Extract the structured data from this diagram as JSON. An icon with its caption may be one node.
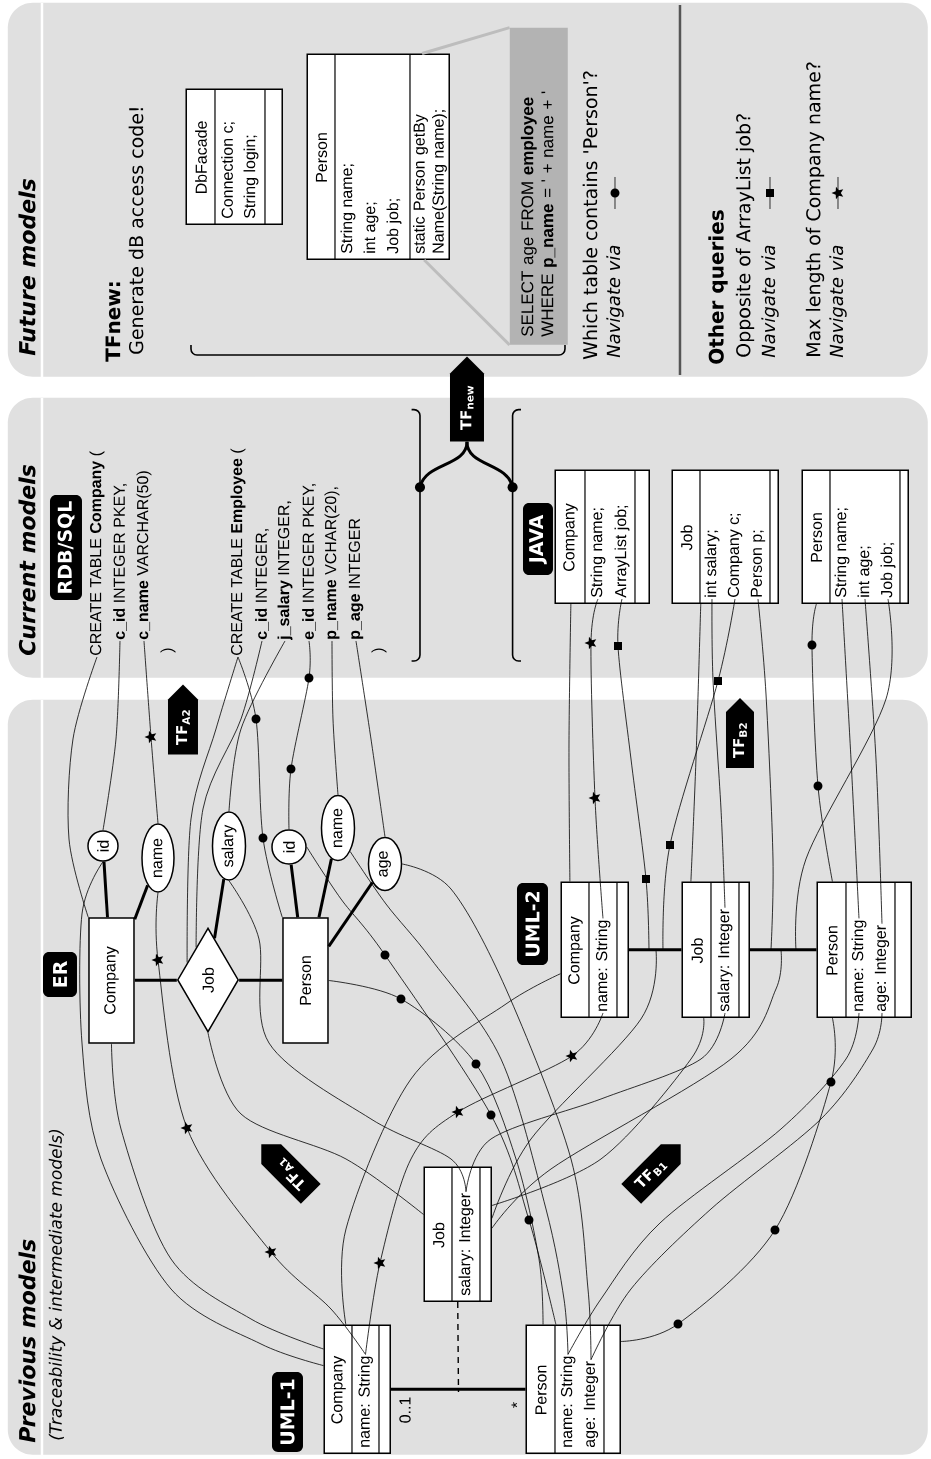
{
  "diagram": {
    "nodes": [
      {
        "text": [
          "Previous models",
          "(Traceability & intermediate models)"
        ]
      },
      {
        "text": [
          "Current models"
        ]
      },
      {
        "text": [
          "Future models"
        ]
      },
      {
        "text": [
          "ER"
        ],
        "in": 0
      },
      {
        "text": [
          "Company"
        ],
        "in": 0
      },
      {
        "text": [
          "Job"
        ],
        "in": 0
      },
      {
        "text": [
          "Person"
        ],
        "in": 0
      },
      {
        "text": [
          "id"
        ],
        "in": 0
      },
      {
        "text": [
          "name"
        ],
        "in": 0
      },
      {
        "text": [
          "salary"
        ],
        "in": 0
      },
      {
        "text": [
          "id"
        ],
        "in": 0
      },
      {
        "text": [
          "name"
        ],
        "in": 0
      },
      {
        "text": [
          "age"
        ],
        "in": 0
      },
      {
        "text": [
          "TF$_{A2}$"
        ]
      },
      {
        "text": [
          "UML-2"
        ],
        "in": 0
      },
      {
        "text": [
          "Company"
        ],
        "in": 0
      },
      {
        "text": [
          "name: String"
        ],
        "in": 15
      },
      {
        "text": [
          "Job"
        ],
        "in": 0
      },
      {
        "text": [
          "salary: Integer"
        ],
        "in": 17
      },
      {
        "text": [
          "Person"
        ],
        "in": 0
      },
      {
        "text": [
          "name: String"
        ],
        "in": 19
      },
      {
        "text": [
          "age: Integer"
        ],
        "in": 19
      },
      {
        "text": [
          "TF$_{B2}$"
        ],
        "in": 0
      },
      {
        "text": [
          "UML-1"
        ],
        "in": 0
      },
      {
        "text": [
          "Company"
        ],
        "in": 0
      },
      {
        "text": [
          "name: String"
        ],
        "in": 24
      },
      {
        "text": [
          "Job"
        ],
        "in": 0
      },
      {
        "text": [
          "salary: Integer"
        ],
        "in": 26
      },
      {
        "text": [
          "Person"
        ],
        "in": 0
      },
      {
        "text": [
          "name: String"
        ],
        "in": 28
      },
      {
        "text": [
          "age: Integer"
        ],
        "in": 28
      },
      {
        "text": [
          "TF$_{A1}$"
        ],
        "in": 0
      },
      {
        "text": [
          "TF$_{B1}$"
        ],
        "in": 0
      },
      {
        "text": [
          "RDB/SQL"
        ],
        "in": 1
      },
      {
        "text": [
          "CREATE TABLE **Company** ("
        ],
        "in": 1
      },
      {
        "text": [
          "**c_id** INTEGER PKEY,"
        ],
        "in": 1
      },
      {
        "text": [
          "**c_name** VARCHAR(50)"
        ],
        "in": 1
      },
      {
        "text": [
          "CREATE TABLE **Employee** ("
        ],
        "in": 1
      },
      {
        "text": [
          "**c_id** INTEGER,"
        ],
        "in": 1
      },
      {
        "text": [
          "**j_salary** INTEGER,"
        ],
        "in": 1
      },
      {
        "text": [
          "**e_id** INTEGER PKEY,"
        ],
        "in": 1
      },
      {
        "text": [
          "**p_name** VCHAR(20),"
        ],
        "in": 1
      },
      {
        "text": [
          "**p_age** INTEGER"
        ],
        "in": 1
      },
      {
        "text": [],
        "shape": "brace",
        "in": 1
      },
      {
        "text": [],
        "shape": "brace",
        "in": 1
      },
      {
        "text": [
          "JAVA"
        ],
        "in": 1
      },
      {
        "text": [
          "Company"
        ],
        "in": 1
      },
      {
        "text": [
          "String name;"
        ],
        "in": 46
      },
      {
        "text": [
          "ArrayList job;"
        ],
        "in": 46
      },
      {
        "text": [
          "Job"
        ],
        "in": 1
      },
      {
        "text": [
          "int salary;"
        ],
        "in": 49
      },
      {
        "text": [
          "Company c;"
        ],
        "in": 49
      },
      {
        "text": [
          "Person p;"
        ],
        "in": 49
      },
      {
        "text": [
          "Person"
        ],
        "in": 1
      },
      {
        "text": [
          "String name;"
        ],
        "in": 53
      },
      {
        "text": [
          "int age;"
        ],
        "in": 53
      },
      {
        "text": [
          "Job job;"
        ],
        "in": 53
      },
      {
        "text": [
          "TF$_{new}$"
        ]
      },
      {
        "text": [
          "DbFacade",
          "Connection c;",
          "String login;"
        ],
        "in": 2
      },
      {
        "text": [
          "Person",
          "String name;",
          "int age;",
          "Job job;",
          "static Person getBy Name(String name);"
        ],
        "in": 2
      },
      {
        "text": [
          "SELECT age FROM **employee** WHERE **p_name** = ' + name + '"
        ],
        "in": 2
      }
    ],
    "edges": [
      {
        "from": 7,
        "to": 4,
        "arrow": "none",
        "style": "thick"
      },
      {
        "from": 8,
        "to": 4,
        "arrow": "none",
        "style": "thick"
      },
      {
        "from": 9,
        "to": 5,
        "arrow": "none",
        "style": "thick"
      },
      {
        "from": 10,
        "to": 6,
        "arrow": "none",
        "style": "thick"
      },
      {
        "from": 11,
        "to": 6,
        "arrow": "none",
        "style": "thick"
      },
      {
        "from": 12,
        "to": 6,
        "arrow": "none",
        "style": "thick"
      },
      {
        "from": 4,
        "to": 5,
        "arrow": "none",
        "style": "thick"
      },
      {
        "from": 5,
        "to": 6,
        "arrow": "none",
        "style": "thick"
      },
      {
        "from": 15,
        "to": 17,
        "arrow": "none",
        "style": "thick"
      },
      {
        "from": 17,
        "to": 19,
        "arrow": "none",
        "style": "thick"
      },
      {
        "from": 24,
        "to": 28,
        "arrow": "none",
        "style": "thick"
      },
      {
        "from": 26,
        "to": null,
        "arrow": "none",
        "style": "dashed"
      },
      {
        "from": 43,
        "to": 57,
        "arrow": "none",
        "style": "thick"
      },
      {
        "from": 44,
        "to": 57,
        "arrow": "none",
        "style": "thick"
      },
      {
        "from": 34,
        "to": 4,
        "arrow": "none"
      },
      {
        "from": 35,
        "to": 7,
        "arrow": "none"
      },
      {
        "from": 36,
        "to": 8,
        "arrow": "none"
      },
      {
        "from": 37,
        "to": 5,
        "arrow": "none"
      },
      {
        "from": 37,
        "to": 6,
        "arrow": "none"
      },
      {
        "from": 38,
        "to": 5,
        "arrow": "none"
      },
      {
        "from": 39,
        "to": 9,
        "arrow": "none"
      },
      {
        "from": 40,
        "to": 10,
        "arrow": "none"
      },
      {
        "from": 41,
        "to": 11,
        "arrow": "none"
      },
      {
        "from": 42,
        "to": 12,
        "arrow": "none"
      },
      {
        "from": 4,
        "to": 24,
        "arrow": "none"
      },
      {
        "from": 7,
        "to": 24,
        "arrow": "none"
      },
      {
        "from": 8,
        "to": 25,
        "arrow": "none"
      },
      {
        "from": 5,
        "to": 26,
        "arrow": "none"
      },
      {
        "from": 9,
        "to": 27,
        "arrow": "none"
      },
      {
        "from": 6,
        "to": 28,
        "arrow": "none"
      },
      {
        "from": 10,
        "to": 28,
        "arrow": "none"
      },
      {
        "from": 11,
        "to": 29,
        "arrow": "none"
      },
      {
        "from": 12,
        "to": 30,
        "arrow": "none"
      },
      {
        "from": 24,
        "to": 15,
        "arrow": "none"
      },
      {
        "from": 25,
        "to": 16,
        "arrow": "none"
      },
      {
        "from": 26,
        "to": 17,
        "arrow": "none"
      },
      {
        "from": 27,
        "to": 18,
        "arrow": "none"
      },
      {
        "from": 26,
        "to": null,
        "arrow": "none"
      },
      {
        "from": 26,
        "to": null,
        "arrow": "none"
      },
      {
        "from": 28,
        "to": 19,
        "arrow": "none"
      },
      {
        "from": 29,
        "to": 20,
        "arrow": "none"
      },
      {
        "from": 30,
        "to": 21,
        "arrow": "none"
      },
      {
        "from": 15,
        "to": 46,
        "arrow": "none"
      },
      {
        "from": 16,
        "to": 47,
        "arrow": "none"
      },
      {
        "from": 48,
        "to": null,
        "arrow": "none"
      },
      {
        "from": 17,
        "to": 49,
        "arrow": "none"
      },
      {
        "from": 18,
        "to": 50,
        "arrow": "none"
      },
      {
        "from": 51,
        "to": null,
        "arrow": "none"
      },
      {
        "from": 52,
        "to": null,
        "arrow": "none"
      },
      {
        "from": 19,
        "to": 53,
        "arrow": "none"
      },
      {
        "from": 20,
        "to": 54,
        "arrow": "none"
      },
      {
        "from": 21,
        "to": 55,
        "arrow": "none"
      },
      {
        "from": 56,
        "to": null,
        "arrow": "none"
      },
      {
        "from": 59,
        "to": 60,
        "arrow": "none",
        "style": "thick",
        "color": "#bdbdbd"
      },
      {
        "from": 59,
        "to": 60,
        "arrow": "none",
        "style": "thick",
        "color": "#bdbdbd"
      }
    ],
    "labels": [
      ")",
      ")",
      "0..1",
      "*",
      "TFnew:",
      "Generate dB access code!",
      "Which table contains 'Person'?",
      "Other queries",
      "Opposite of ArrayList job?",
      "Max length of Company name?"
    ],
    "legend": [
      {
        "text": "Navigate via"
      },
      {
        "text": "Navigate via"
      },
      {
        "text": "Navigate via"
      }
    ]
  }
}
